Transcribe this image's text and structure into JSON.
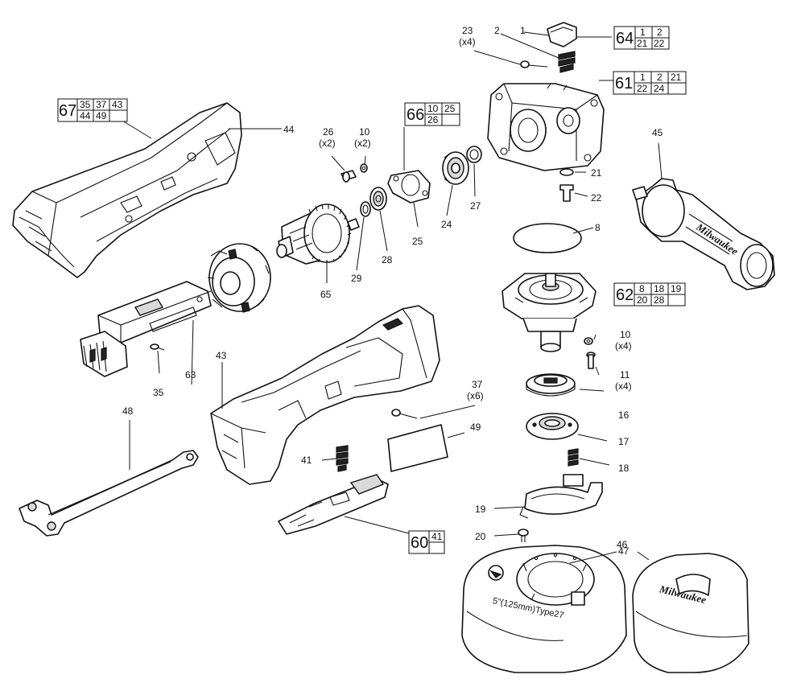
{
  "callouts": {
    "c1": "1",
    "c2": "2",
    "c8": "8",
    "c10a": "10",
    "c10b": "10",
    "c11": "11",
    "c16": "16",
    "c17": "17",
    "c18": "18",
    "c19": "19",
    "c20": "20",
    "c21": "21",
    "c22": "22",
    "c23": "23",
    "c24": "24",
    "c25": "25",
    "c26": "26",
    "c27": "27",
    "c28": "28",
    "c29": "29",
    "c35": "35",
    "c37": "37",
    "c41": "41",
    "c43": "43",
    "c44": "44",
    "c45": "45",
    "c46": "46",
    "c47": "47",
    "c48": "48",
    "c49": "49",
    "c63": "63",
    "c65": "65",
    "x4a": "(x4)",
    "x2a": "(x2)",
    "x2b": "(x2)",
    "x4b": "(x4)",
    "x4c": "(x4)",
    "x6": "(x6)"
  },
  "kits": {
    "k64": {
      "id": "64",
      "r1": [
        "1",
        "2"
      ],
      "r2": [
        "21",
        "22"
      ]
    },
    "k61": {
      "id": "61",
      "r1": [
        "1",
        "2",
        "21"
      ],
      "r2": [
        "22",
        "24",
        ""
      ]
    },
    "k67": {
      "id": "67",
      "r1": [
        "35",
        "37",
        "43"
      ],
      "r2": [
        "44",
        "49",
        ""
      ]
    },
    "k66": {
      "id": "66",
      "r1": [
        "10",
        "25"
      ],
      "r2": [
        "26",
        ""
      ]
    },
    "k62": {
      "id": "62",
      "r1": [
        "8",
        "18",
        "19"
      ],
      "r2": [
        "20",
        "28",
        ""
      ]
    },
    "k60": {
      "id": "60",
      "r1": [
        "41"
      ]
    }
  },
  "markings": {
    "brand_handle": "Milwaukee",
    "brand_guard": "Milwaukee",
    "guard_label": "5\"(125mm)Type27"
  }
}
